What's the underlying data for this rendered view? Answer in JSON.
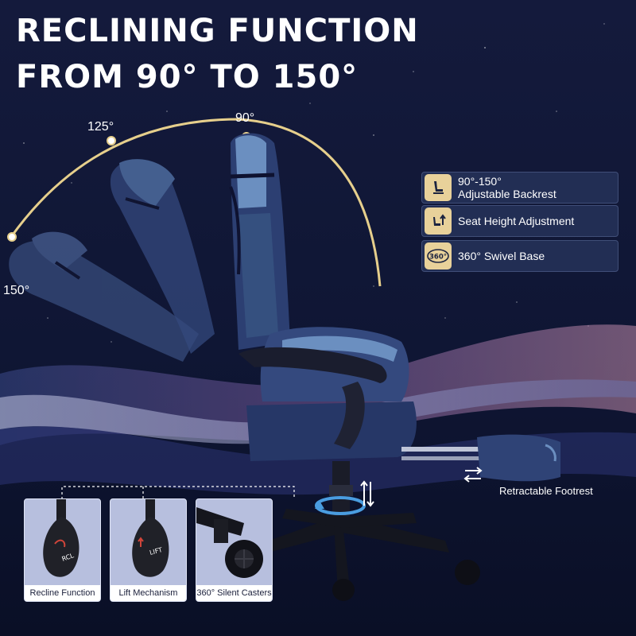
{
  "headline": {
    "line1": "RECLINING FUNCTION",
    "line2": "FROM 90° TO 150°"
  },
  "angles": {
    "a90": "90°",
    "a125": "125°",
    "a150": "150°"
  },
  "features": [
    {
      "icon": "backrest-icon",
      "line1": "90°-150°",
      "line2": "Adjustable Backrest"
    },
    {
      "icon": "seat-height-icon",
      "line1": "Seat Height Adjustment",
      "line2": ""
    },
    {
      "icon": "swivel-icon",
      "badge": "360°",
      "line1": "360° Swivel Base",
      "line2": ""
    }
  ],
  "footrest_label": "Retractable Footrest",
  "thumbnails": [
    {
      "caption": "Recline Function",
      "lever_text": "RCL"
    },
    {
      "caption": "Lift Mechanism",
      "lever_text": "LIFT"
    },
    {
      "caption": "360° Silent Casters"
    }
  ],
  "colors": {
    "background": "#0d1330",
    "arc": "#e6cf8c",
    "fabric_dark": "#2c3f72",
    "fabric_light": "#6b8fc0",
    "badge": "#e8d19a"
  }
}
